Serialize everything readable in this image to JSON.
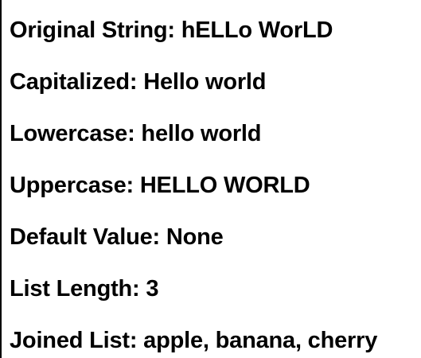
{
  "output_lines": [
    "Original String: hELLo WorLD",
    "Capitalized: Hello world",
    "Lowercase: hello world",
    "Uppercase: HELLO WORLD",
    "Default Value: None",
    "List Length: 3",
    "Joined List: apple, banana, cherry"
  ]
}
